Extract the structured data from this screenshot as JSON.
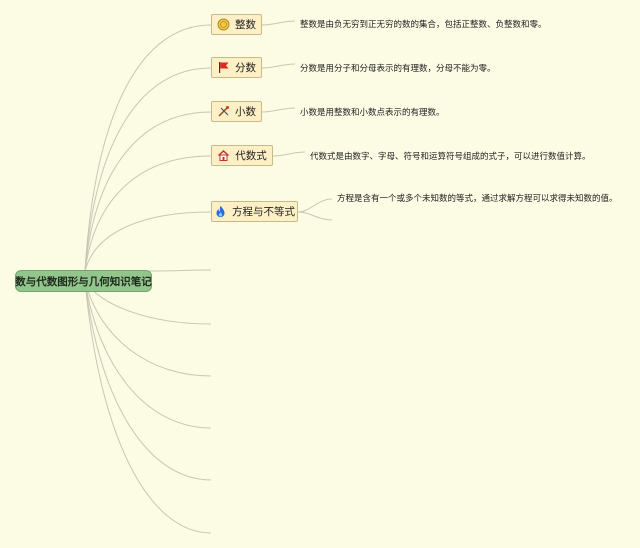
{
  "root": {
    "label": "数与代数图形与几何知识笔记"
  },
  "topics": [
    {
      "label": "整数",
      "icon": "medal-icon",
      "note": "整数是由负无穷到正无穷的数的集合，包括正整数、负整数和零。"
    },
    {
      "label": "分数",
      "icon": "red-flag-icon",
      "note": "分数是用分子和分母表示的有理数，分母不能为零。"
    },
    {
      "label": "小数",
      "icon": "tools-icon",
      "note": "小数是用整数和小数点表示的有理数。"
    },
    {
      "label": "代数式",
      "icon": "house-icon",
      "note": "代数式是由数字、字母、符号和运算符号组成的式子，可以进行数值计算。"
    },
    {
      "label": "方程与不等式",
      "icon": "flame-icon",
      "note": "方程是含有一个或多个未知数的等式，通过求解方程可以求得未知数的值。"
    }
  ],
  "colors": {
    "background": "#fcfbe4",
    "root_fill": "#93c68c",
    "topic_fill": "#fdf0c6",
    "line": "#c9c7b4"
  }
}
